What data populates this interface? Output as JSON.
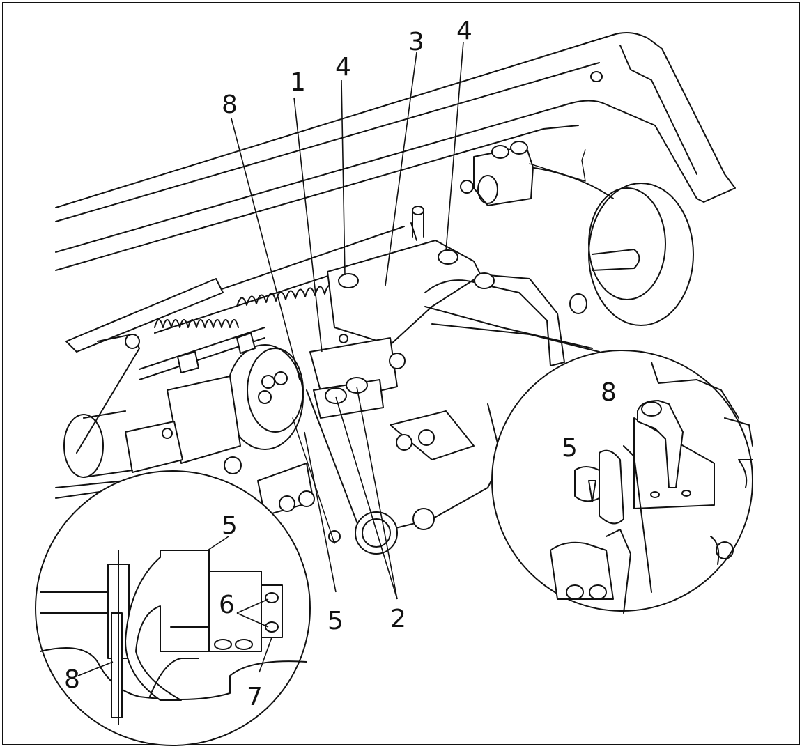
{
  "labels": {
    "main": [
      "1",
      "2",
      "3",
      "4",
      "4",
      "5",
      "8"
    ],
    "inset_left": [
      "5",
      "6",
      "7",
      "8"
    ],
    "inset_right": [
      "5",
      "8"
    ]
  },
  "colors": {
    "line": "#111111",
    "background": "#ffffff"
  }
}
